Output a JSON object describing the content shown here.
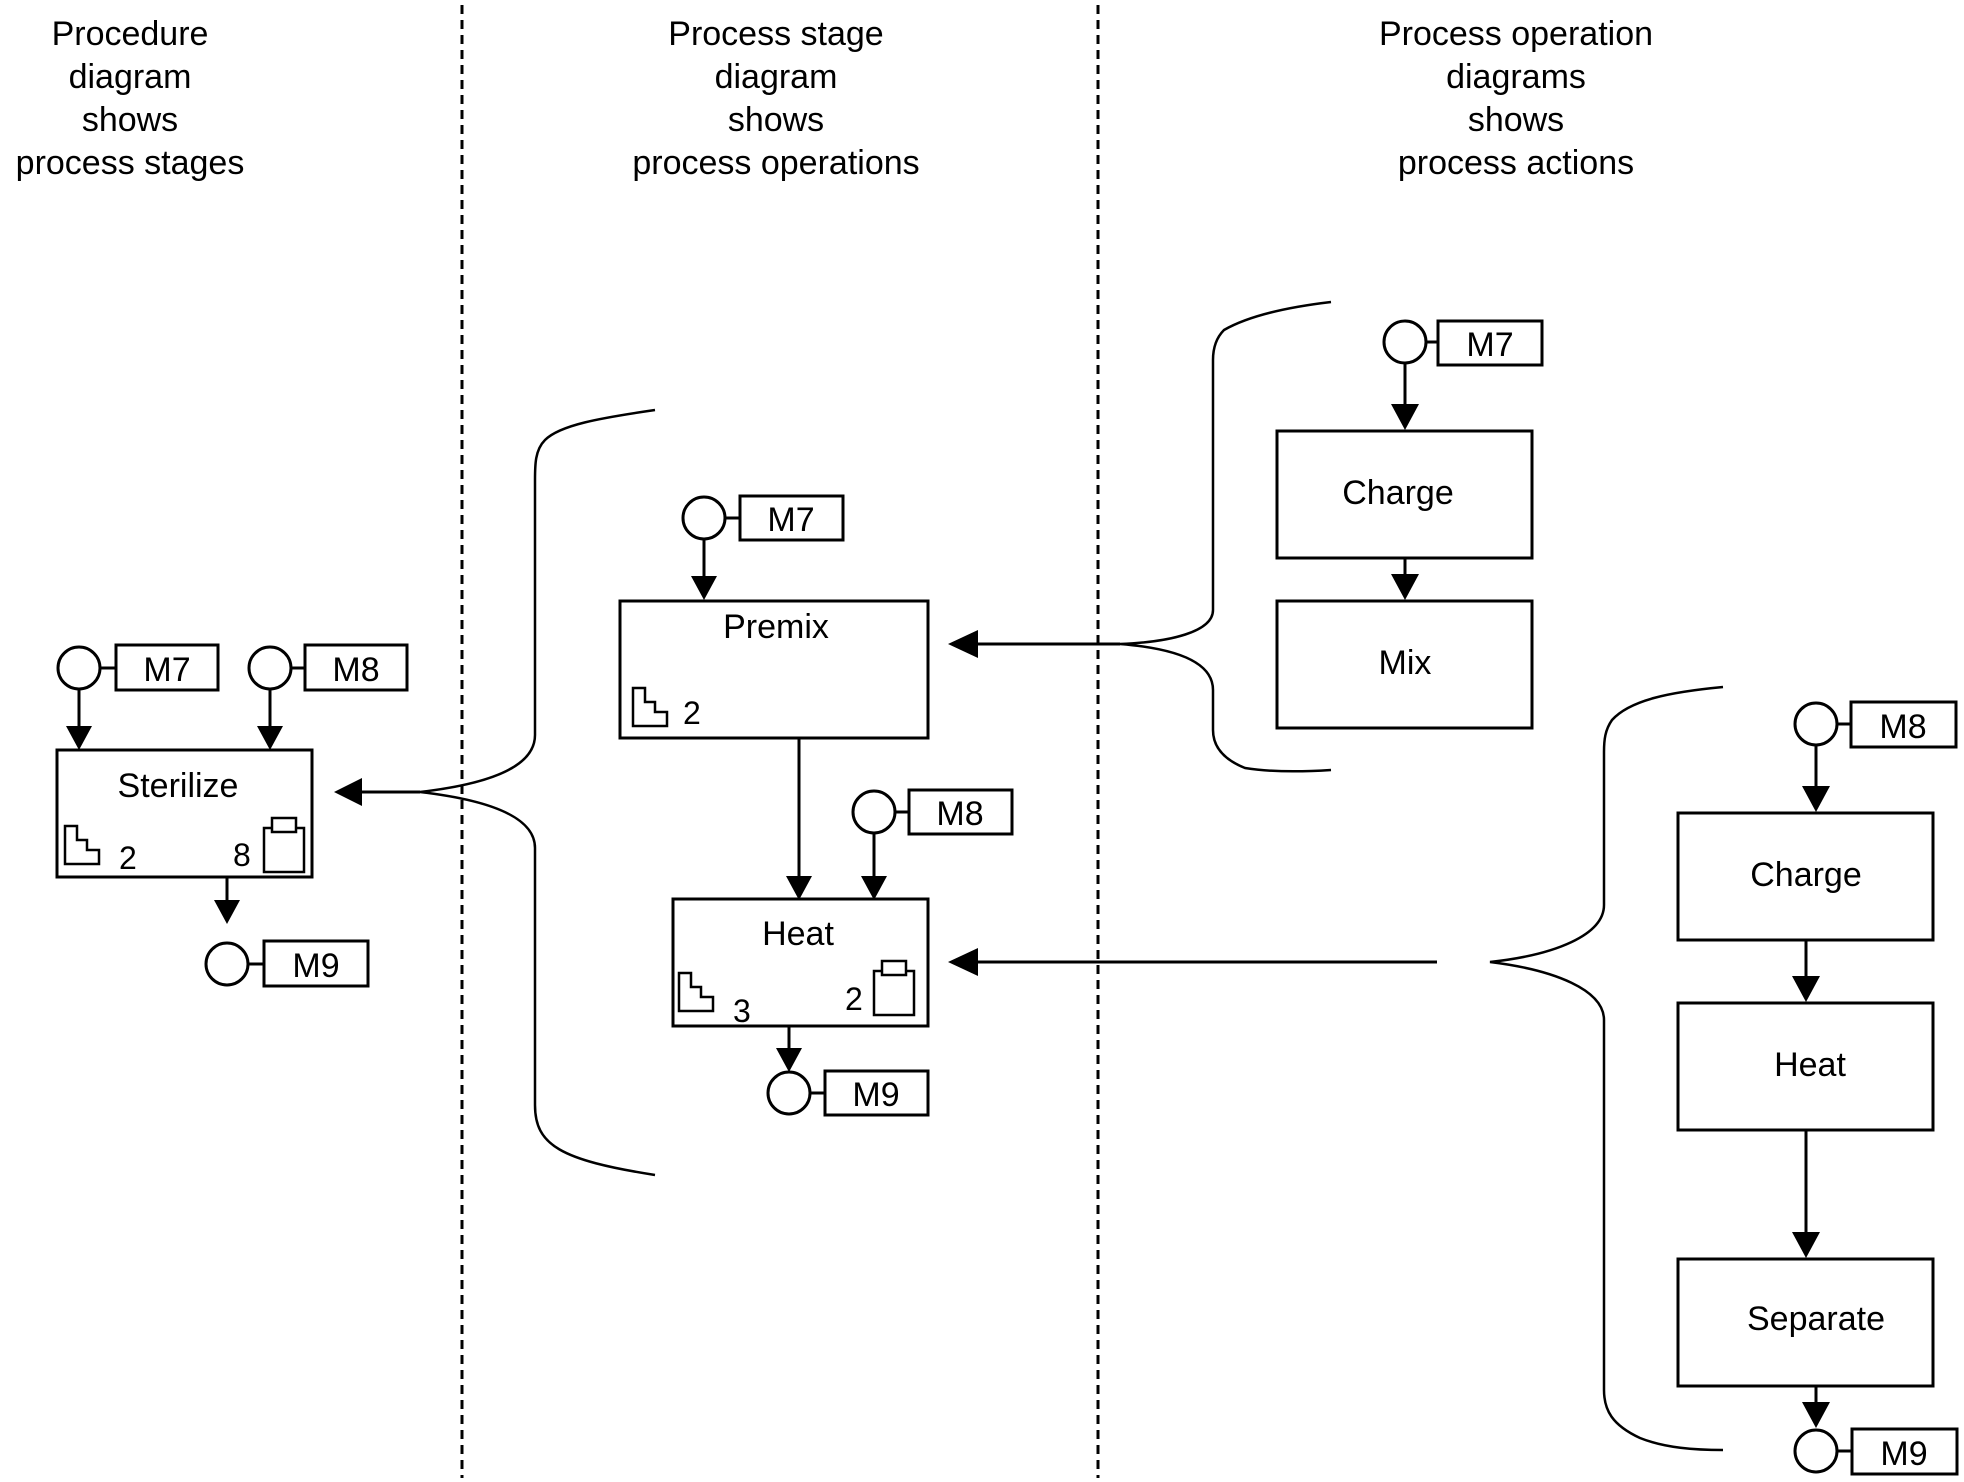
{
  "colors": {
    "ink": "#000000",
    "background": "#ffffff"
  },
  "columns": [
    {
      "id": "procedure",
      "heading": [
        "Procedure",
        "diagram",
        "shows",
        "process stages"
      ]
    },
    {
      "id": "stage",
      "heading": [
        "Process stage",
        "diagram",
        "shows",
        "process operations"
      ]
    },
    {
      "id": "operation",
      "heading": [
        "Process operation",
        "diagrams",
        "shows",
        "process actions"
      ]
    }
  ],
  "procedure": {
    "stage": {
      "label": "Sterilize",
      "steps_count": "2",
      "units_count": "8"
    },
    "inputs": [
      "M7",
      "M8"
    ],
    "output": "M9"
  },
  "stage_diagram": {
    "operations": [
      {
        "label": "Premix",
        "steps_count": "2",
        "inputs": [
          "M7"
        ]
      },
      {
        "label": "Heat",
        "steps_count": "3",
        "units_count": "2",
        "inputs": [
          "M8"
        ],
        "output": "M9"
      }
    ]
  },
  "operation_diagrams": [
    {
      "for": "Premix",
      "input": "M7",
      "actions": [
        "Charge",
        "Mix"
      ]
    },
    {
      "for": "Heat",
      "input": "M8",
      "actions": [
        "Charge",
        "Heat",
        "Separate"
      ],
      "output": "M9"
    }
  ],
  "icons": {
    "material": "material-circle-icon",
    "steps": "steps-icon",
    "unit": "unit-icon"
  }
}
